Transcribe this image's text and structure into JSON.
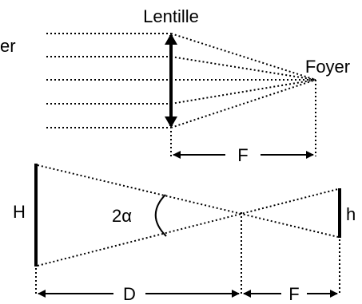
{
  "labels": {
    "lens": "Lentille",
    "partial_left": "er",
    "focus": "Foyer",
    "focal_top": "F",
    "object_height": "H",
    "angle": "2α",
    "image_height": "h",
    "distance": "D",
    "focal_bottom": "F"
  },
  "colors": {
    "ink": "#000000",
    "background": "#ffffff"
  }
}
